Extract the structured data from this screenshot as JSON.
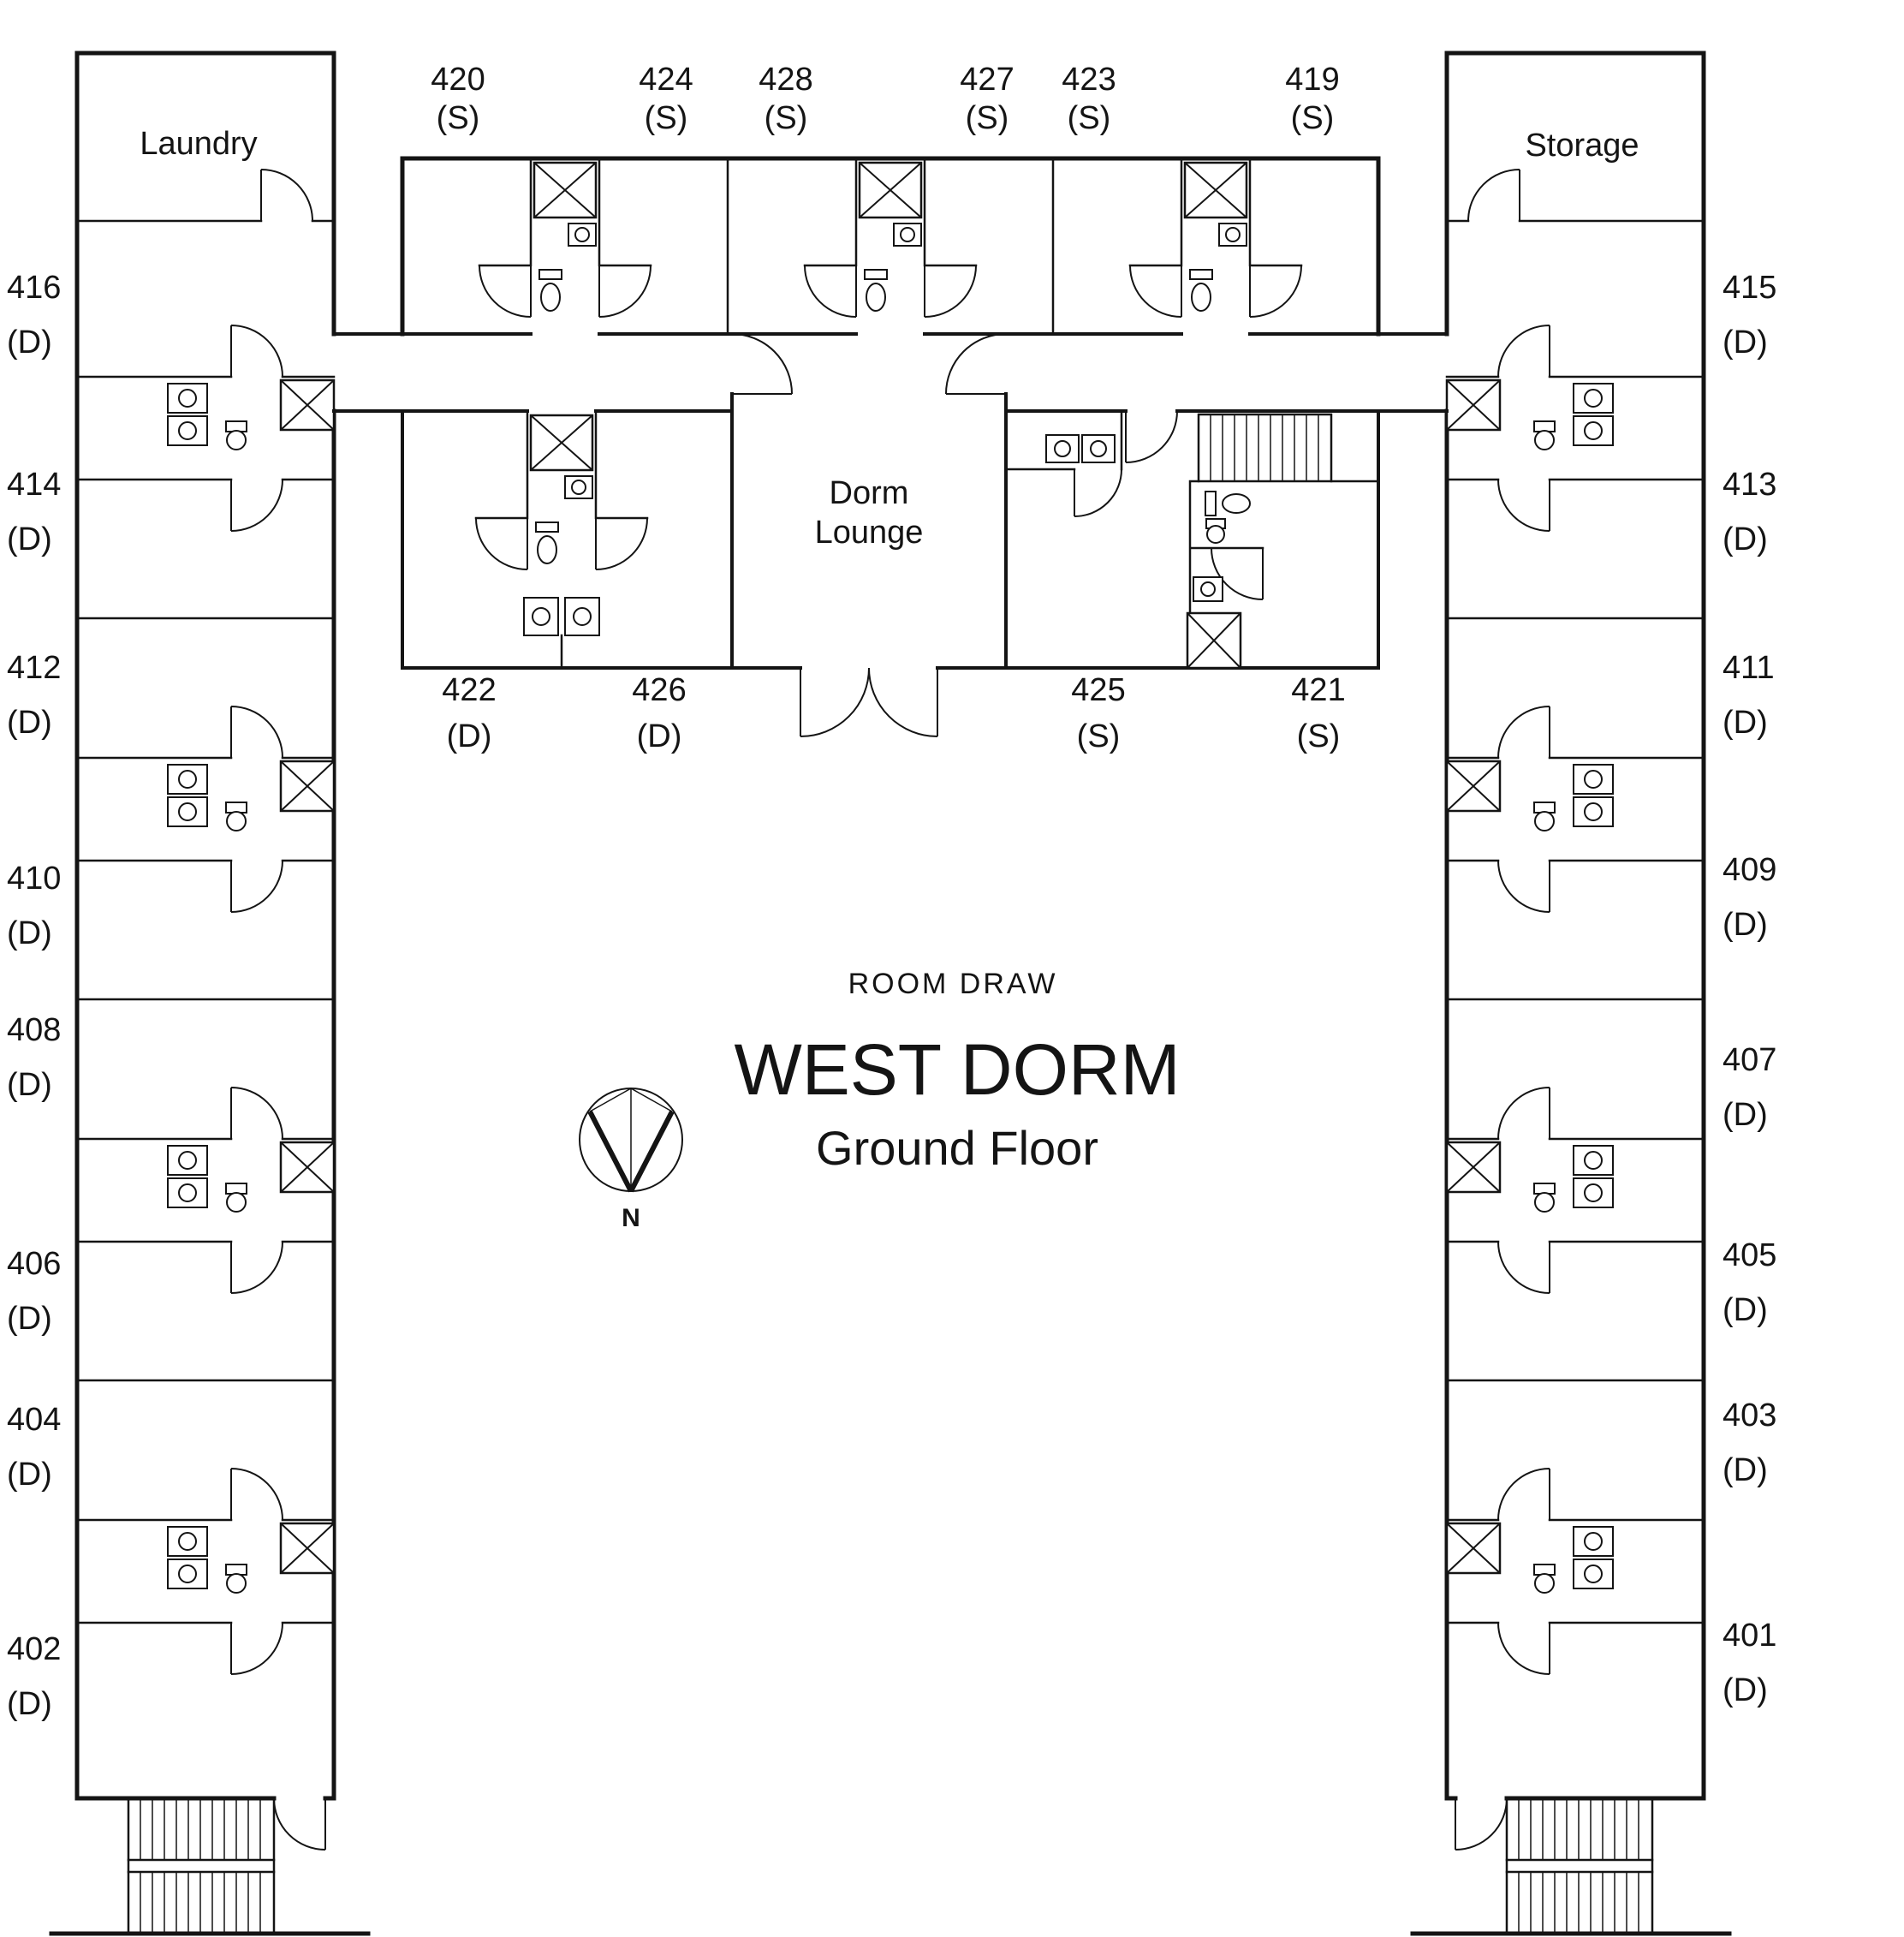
{
  "titles": {
    "room_draw": "ROOM DRAW",
    "building": "WEST DORM",
    "floor": "Ground Floor",
    "compass": "N"
  },
  "areas": {
    "laundry": "Laundry",
    "storage": "Storage",
    "lounge_line1": "Dorm",
    "lounge_line2": "Lounge"
  },
  "left_rooms": [
    {
      "num": "416",
      "type": "(D)"
    },
    {
      "num": "414",
      "type": "(D)"
    },
    {
      "num": "412",
      "type": "(D)"
    },
    {
      "num": "410",
      "type": "(D)"
    },
    {
      "num": "408",
      "type": "(D)"
    },
    {
      "num": "406",
      "type": "(D)"
    },
    {
      "num": "404",
      "type": "(D)"
    },
    {
      "num": "402",
      "type": "(D)"
    }
  ],
  "right_rooms": [
    {
      "num": "415",
      "type": "(D)"
    },
    {
      "num": "413",
      "type": "(D)"
    },
    {
      "num": "411",
      "type": "(D)"
    },
    {
      "num": "409",
      "type": "(D)"
    },
    {
      "num": "407",
      "type": "(D)"
    },
    {
      "num": "405",
      "type": "(D)"
    },
    {
      "num": "403",
      "type": "(D)"
    },
    {
      "num": "401",
      "type": "(D)"
    }
  ],
  "top_rooms": [
    {
      "num": "420",
      "type": "(S)"
    },
    {
      "num": "424",
      "type": "(S)"
    },
    {
      "num": "428",
      "type": "(S)"
    },
    {
      "num": "427",
      "type": "(S)"
    },
    {
      "num": "423",
      "type": "(S)"
    },
    {
      "num": "419",
      "type": "(S)"
    }
  ],
  "mid_rooms": [
    {
      "num": "422",
      "type": "(D)"
    },
    {
      "num": "426",
      "type": "(D)"
    },
    {
      "num": "425",
      "type": "(S)"
    },
    {
      "num": "421",
      "type": "(S)"
    }
  ]
}
